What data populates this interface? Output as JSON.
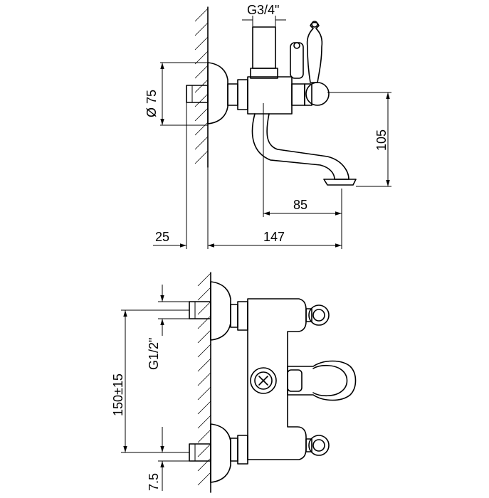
{
  "dimensions": {
    "thread_top": "G3/4\"",
    "diameter": "Ø 75",
    "height_spout": "105",
    "spout_reach": "85",
    "wall_offset": "25",
    "total_depth": "147",
    "center_distance": "150±15",
    "inlet_thread": "G1/2\"",
    "bottom_offset": "7.5"
  },
  "colors": {
    "line": "#000000",
    "background": "#ffffff"
  }
}
